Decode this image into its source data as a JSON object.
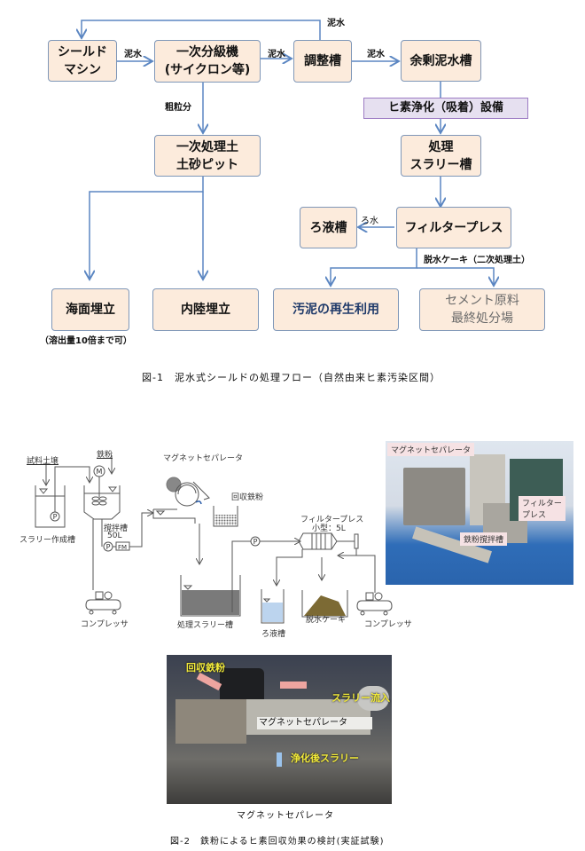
{
  "figure1": {
    "boxes": {
      "shield_machine": [
        "シールド",
        "マシン"
      ],
      "primary_classifier": [
        "一次分級機",
        "(サイクロン等)"
      ],
      "adjustment_tank": [
        "調整槽"
      ],
      "surplus_mud_tank": [
        "余剰泥水槽"
      ],
      "arsenic_purification": [
        "ヒ素浄化（吸着）設備"
      ],
      "treated_slurry_tank": [
        "処理",
        "スラリー槽"
      ],
      "primary_soil_pit": [
        "一次処理土",
        "土砂ピット"
      ],
      "filter_press": [
        "フィルタープレス"
      ],
      "filtrate_tank": [
        "ろ液槽"
      ],
      "sea_reclamation": [
        "海面埋立"
      ],
      "inland_reclamation": [
        "内陸埋立"
      ],
      "sludge_reuse": [
        "汚泥の再生利用"
      ],
      "cement_disposal": [
        "セメント原料",
        "最終処分場"
      ]
    },
    "flow_labels": {
      "mud_water_1": "泥水",
      "mud_water_2": "泥水",
      "mud_water_3": "泥水",
      "mud_water_return": "泥水",
      "coarse_fraction": "粗粒分",
      "filtrate": "ろ水",
      "dewatered_cake": "脱水ケーキ（二次処理土）",
      "sea_note": "（溶出量10倍まで可）"
    },
    "caption": "図-1　泥水式シールドの処理フロー（自然由来ヒ素汚染区間）"
  },
  "figure2": {
    "schematic": {
      "sample_soil": "試料土壌",
      "iron_powder": "鉄粉",
      "slurry_prep_tank": "スラリー作成槽",
      "stirring_tank": "撹拌槽",
      "stirring_volume": "50L",
      "pump": "P",
      "motor": "M",
      "flowmeter": "FM",
      "compressor_left": "コンプレッサ",
      "magnet_separator": "マグネットセパレータ",
      "recovered_iron": "回収鉄粉",
      "filter_press": "フィルタープレス",
      "filter_press_size": "小型：5L",
      "treated_slurry_tank": "処理スラリー槽",
      "filtrate_tank": "ろ液槽",
      "dewatered_cake": "脱水ケーキ",
      "compressor_right": "コンプレッサ"
    },
    "photo1_tags": {
      "magnet_separator": "マグネットセパレータ",
      "filter_press": "フィルター\nプレス",
      "iron_stirring_tank": "鉄粉撹拌槽"
    },
    "photo2_labels": {
      "recovered_iron": "回収鉄粉",
      "slurry_inflow": "スラリー流入",
      "plate": "マグネットセパレータ",
      "purified_slurry": "浄化後スラリー"
    },
    "photo2_caption": "マグネットセパレータ",
    "caption": "図-2　鉄粉によるヒ素回収効果の検討(実証試験)"
  },
  "colors": {
    "box_fill": "#fcebdc",
    "box_border": "#7f97b8",
    "arrow": "#5b86c2",
    "purple_fill": "#e6e0f0",
    "purple_border": "#9d7cc4"
  }
}
